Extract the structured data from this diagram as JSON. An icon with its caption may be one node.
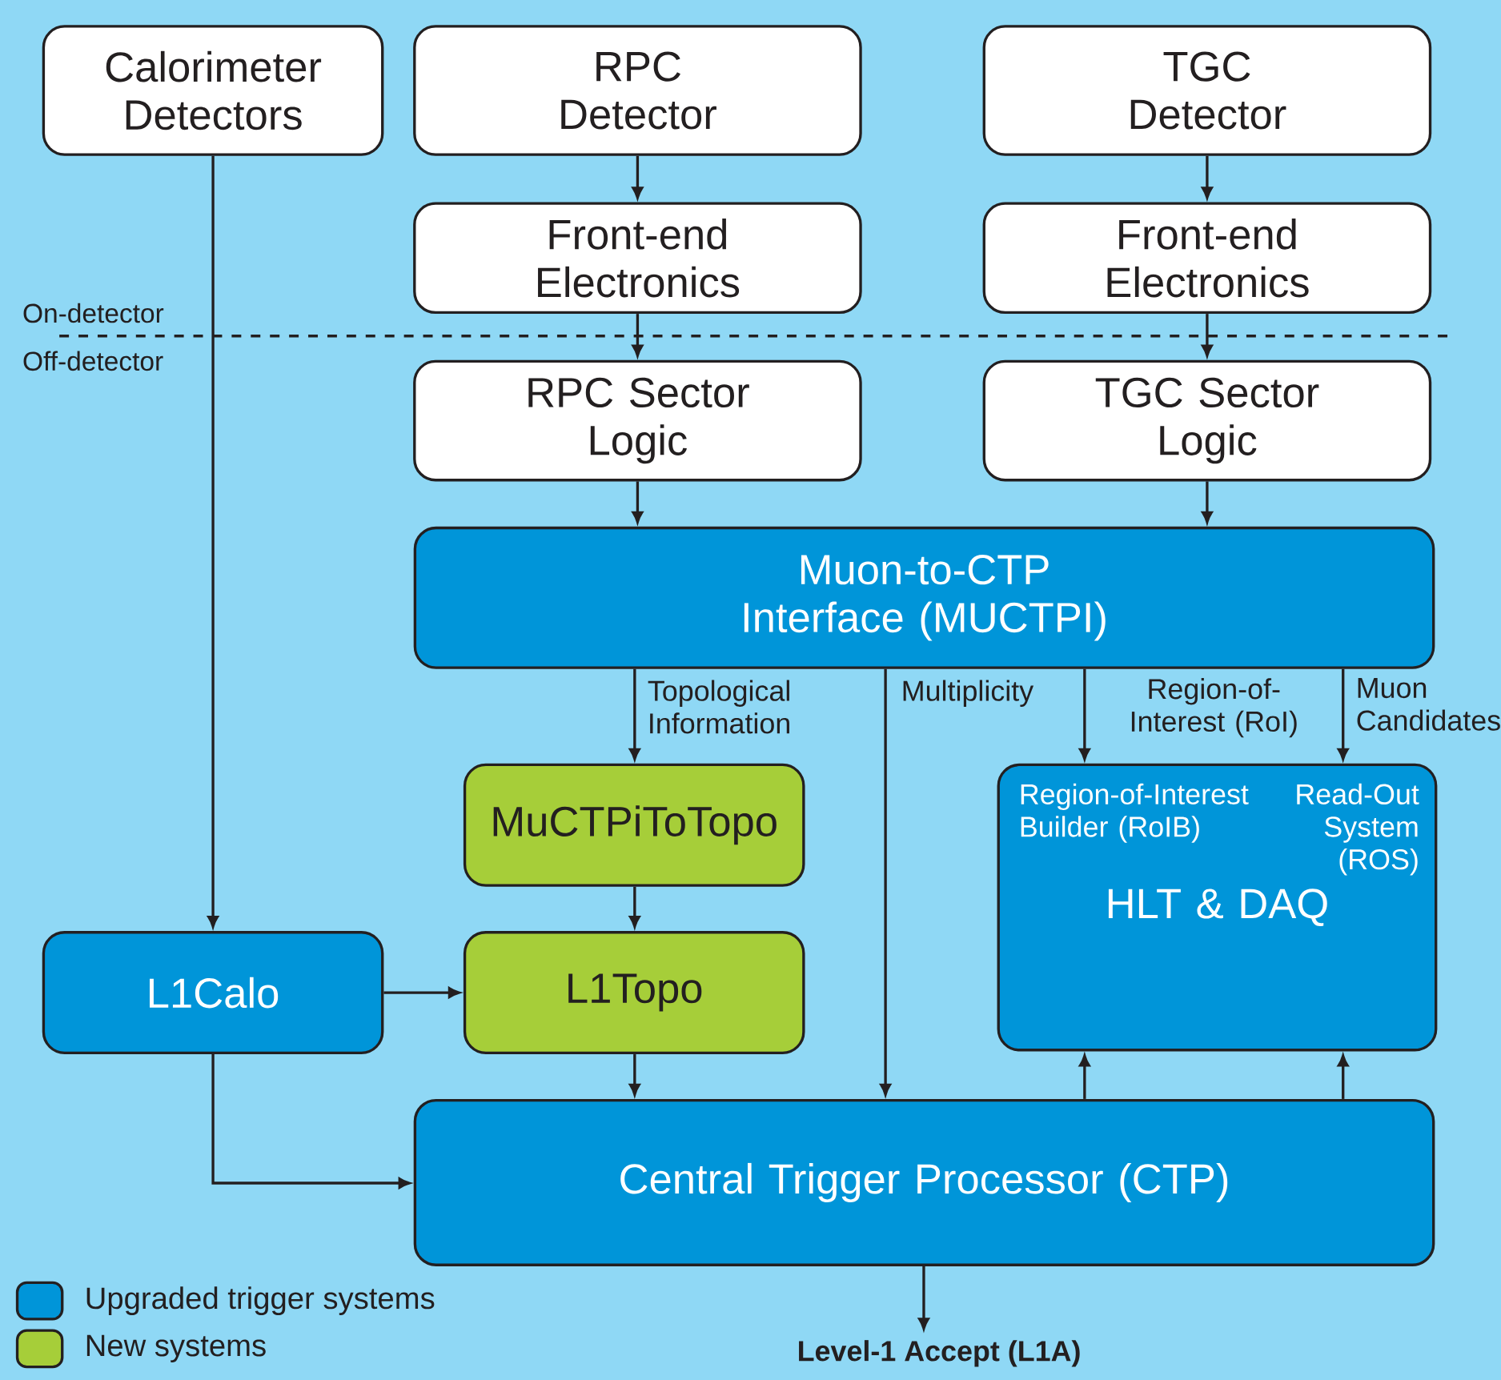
{
  "diagram": {
    "nodes": [
      {
        "text": [
          "Calorimeter Detectors"
        ]
      },
      {
        "text": [
          "RPC Detector"
        ]
      },
      {
        "text": [
          "TGC Detector"
        ]
      },
      {
        "text": [
          "Front-end Electronics"
        ]
      },
      {
        "text": [
          "Front-end Electronics"
        ]
      },
      {
        "text": [
          "RPC Sector Logic"
        ]
      },
      {
        "text": [
          "TGC Sector Logic"
        ]
      },
      {
        "text": [
          "Muon-to-CTP Interface (MUCTPI)"
        ]
      },
      {
        "text": [
          "MuCTPiToTopo"
        ]
      },
      {
        "text": [
          "Region-of-Interest Builder (RoIB)",
          "Read-Out System (ROS)",
          "HLT & DAQ"
        ]
      },
      {
        "text": [
          "L1Calo"
        ]
      },
      {
        "text": [
          "L1Topo"
        ]
      },
      {
        "text": [
          "Central Trigger Processor (CTP)"
        ]
      },
      {
        "text": [
          "Level-1 Accept (L1A)"
        ]
      }
    ],
    "edges": [
      {
        "from": 1,
        "to": 3,
        "arrow": "to"
      },
      {
        "from": 2,
        "to": 4,
        "arrow": "to"
      },
      {
        "from": 3,
        "to": 5,
        "arrow": "to"
      },
      {
        "from": 4,
        "to": 6,
        "arrow": "to"
      },
      {
        "from": 5,
        "to": 7,
        "arrow": "to"
      },
      {
        "from": 6,
        "to": 7,
        "arrow": "to"
      },
      {
        "from": 7,
        "to": 8,
        "arrow": "to",
        "label": "Topological Information"
      },
      {
        "from": 7,
        "to": 12,
        "arrow": "to",
        "label": "Multiplicity"
      },
      {
        "from": 7,
        "to": 9,
        "arrow": "to",
        "label": "Region-of-Interest (RoI)"
      },
      {
        "from": 7,
        "to": 9,
        "arrow": "to",
        "label": "Muon Candidates"
      },
      {
        "from": 8,
        "to": 11,
        "arrow": "to"
      },
      {
        "from": 0,
        "to": 10,
        "arrow": "to"
      },
      {
        "from": 10,
        "to": 11,
        "arrow": "to"
      },
      {
        "from": 10,
        "to": 12,
        "arrow": "to"
      },
      {
        "from": 11,
        "to": 12,
        "arrow": "to"
      },
      {
        "from": 12,
        "to": 9,
        "arrow": "to"
      },
      {
        "from": 12,
        "to": 9,
        "arrow": "to"
      },
      {
        "from": 12,
        "to": 13,
        "arrow": "to"
      }
    ],
    "labels": [
      "On-detector",
      "Off-detector"
    ],
    "legend": [
      {
        "text": "Upgraded trigger systems",
        "color": "#0095d9"
      },
      {
        "text": "New systems",
        "color": "#a6ce39"
      }
    ]
  }
}
